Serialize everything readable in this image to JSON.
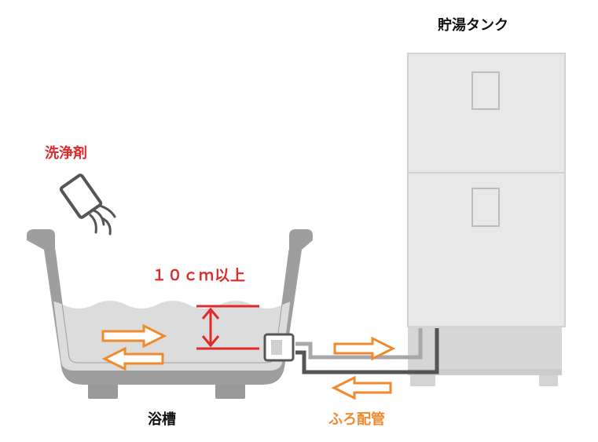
{
  "labels": {
    "tank": "貯湯タンク",
    "detergent": "洗浄剤",
    "depth": "１０ｃｍ以上",
    "bathtub": "浴槽",
    "pipe": "ふろ配管"
  },
  "colors": {
    "red": "#e02a2a",
    "orange": "#f08a2c",
    "gray_light": "#d9d9d9",
    "gray_mid": "#9a9a9a",
    "gray_dark": "#555555",
    "text": "#111111"
  },
  "icons": {
    "detergent": "detergent-bottle-icon",
    "up_down_arrow": "up-down-arrow-icon",
    "flow_arrow": "flow-arrow-icon"
  }
}
